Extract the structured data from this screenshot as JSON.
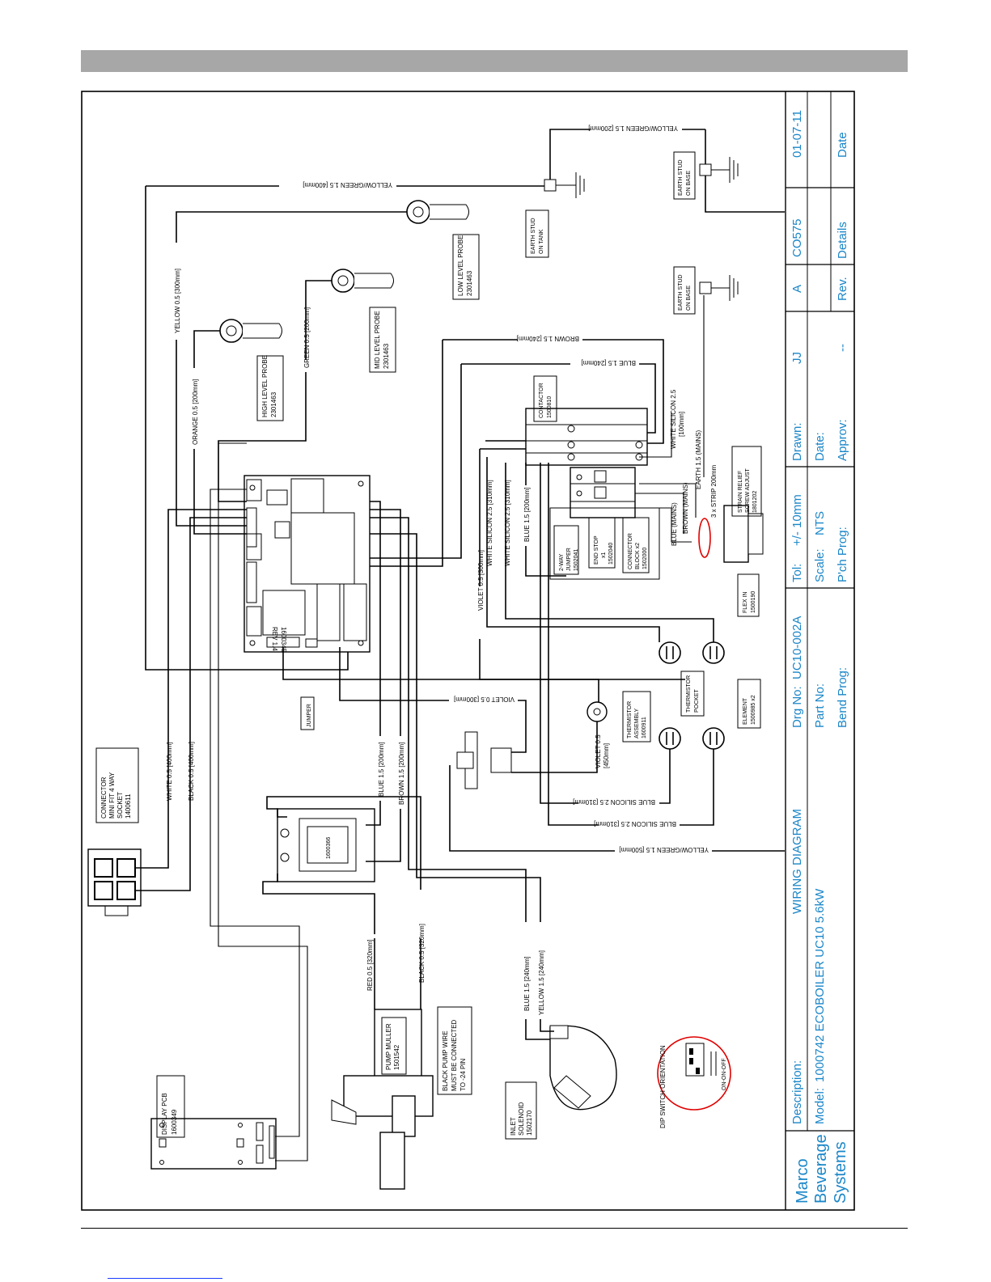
{
  "title_block": {
    "company": [
      "Marco",
      "Beverage",
      "Systems"
    ],
    "description_label": "Description:",
    "description_value": "WIRING DIAGRAM",
    "model_label": "Model:",
    "model_value": "1000742 ECOBOILER UC10 5.6kW",
    "drg_no_label": "Drg No:",
    "drg_no_value": "UC10-002A",
    "part_no_label": "Part No:",
    "bend_prog_label": "Bend Prog:",
    "tol_label": "Tol:",
    "tol_value": "+/- 10mm",
    "scale_label": "Scale:",
    "scale_value": "NTS",
    "pch_prog_label": "P'ch Prog:",
    "drawn_label": "Drawn:",
    "drawn_value": "JJ",
    "date_label": "Date:",
    "approv_label": "Approv:",
    "approv_value": "--",
    "rev_value": "A",
    "rev_label": "Rev.",
    "details_value": "CO575",
    "details_label": "Details",
    "date_value": "01-07-11",
    "date_col_label": "Date"
  },
  "components": {
    "display_pcb": [
      "DISPLAY PCB",
      "1600349"
    ],
    "connector_mini": [
      "CONNECTOR",
      "MINI FIT 4 WAY",
      "SOCKET",
      "1400611"
    ],
    "pump": [
      "PUMP MULLER",
      "1501542"
    ],
    "black_pump_note": [
      "BLACK PUMP WIRE",
      "MUST BE CONNECTED",
      "TO -24 PIN"
    ],
    "inlet_solenoid": [
      "INLET",
      "SOLENOID",
      "1502170"
    ],
    "dip_switch_title": "DIP SWITCH ORIENTATION",
    "dip_switch_caption": "ON-ON-OFF",
    "jumper": "JUMPER",
    "transformer": "1600366",
    "pcb_main": [
      "1600345",
      "REV 1.4"
    ],
    "high_probe": [
      "HIGH LEVEL PROBE",
      "2301463"
    ],
    "mid_probe": [
      "MID LEVEL PROBE",
      "2301463"
    ],
    "low_probe": [
      "LOW LEVEL PROBE",
      "2301463"
    ],
    "earth_tank": [
      "EARTH STUD",
      "ON TANK"
    ],
    "earth_base_1": [
      "EARTH STUD",
      "ON BASE"
    ],
    "earth_base_2": [
      "EARTH STUD",
      "ON BASE"
    ],
    "contactor": [
      "CONTACTOR",
      "1500810"
    ],
    "jumper_2way": [
      "2-WAY",
      "JUMPER",
      "1502041"
    ],
    "end_stop": [
      "END STOP",
      "x1",
      "1502040"
    ],
    "connector_block": [
      "CONNECTOR",
      "BLOCK x2",
      "1502000"
    ],
    "strain_relief": [
      "STRAIN RELIEF",
      "SCREW ADJUST",
      "1801202"
    ],
    "flex_in": [
      "FLEX IN",
      "1500190"
    ],
    "thermistor_pocket": [
      "THERMISTOR",
      "POCKET"
    ],
    "thermistor_assembly": [
      "THERMISTOR",
      "ASSEMBLY",
      "1600911"
    ],
    "element": [
      "ELEMENT",
      "1500985 x2"
    ]
  },
  "wires": {
    "white_04": "WHITE 0.5 [400mm]",
    "black_04": "BLACK 0.5 [400mm]",
    "yellow_03": "YELLOW 0.5 [300mm]",
    "orange_02": "ORANGE 0.5 [200mm]",
    "green_02": "GREEN 0.5 [200mm]",
    "yg_400": "YELLOW/GREEN 1.5 [400mm]",
    "yg_200": "YELLOW/GREEN 1.5 [200mm]",
    "brown_240": "BROWN 1.5 [240mm]",
    "blue_240": "BLUE 1.5 [240mm]",
    "white_sil_100": "WHITE SILICON 2.5",
    "white_sil_100b": "[100mm]",
    "earth_mains": "EARTH 1.5 (MAINS)",
    "strip": "3 x STRIP 200mm",
    "brown_mains": "BROWN (MAINS)",
    "blue_mains": "BLUE (MAINS)",
    "blue_15_200": "BLUE 1.5 [200mm]",
    "white_sil_310a": "WHITE SILICON 2.5 [310mm]",
    "white_sil_310b": "WHITE SILICON 2.5 [310mm]",
    "violet_300": "VIOLET 0.5 [300mm]",
    "violet_300b": "VIOLET 0.5 [300mm]",
    "violet_450": "VIOLET 0.5",
    "violet_450b": "[450mm]",
    "blue_sil_310a": "BLUE SILICON 2.5 [310mm]",
    "blue_sil_310b": "BLUE SILICON 2.5 [310mm]",
    "yg_500": "YELLOW/GREEN 1.5 [500mm]",
    "blue_tr_200": "BLUE 1.5 [200mm]",
    "brown_tr_200": "BROWN 1.5 [200mm]",
    "red_320": "RED 0.5 [320mm]",
    "black_320": "BLACK 0.5 [320mm]",
    "blue_sol_240": "BLUE 1.5 [240mm]",
    "yellow_sol_240": "YELLOW 1.5 [240mm]"
  }
}
